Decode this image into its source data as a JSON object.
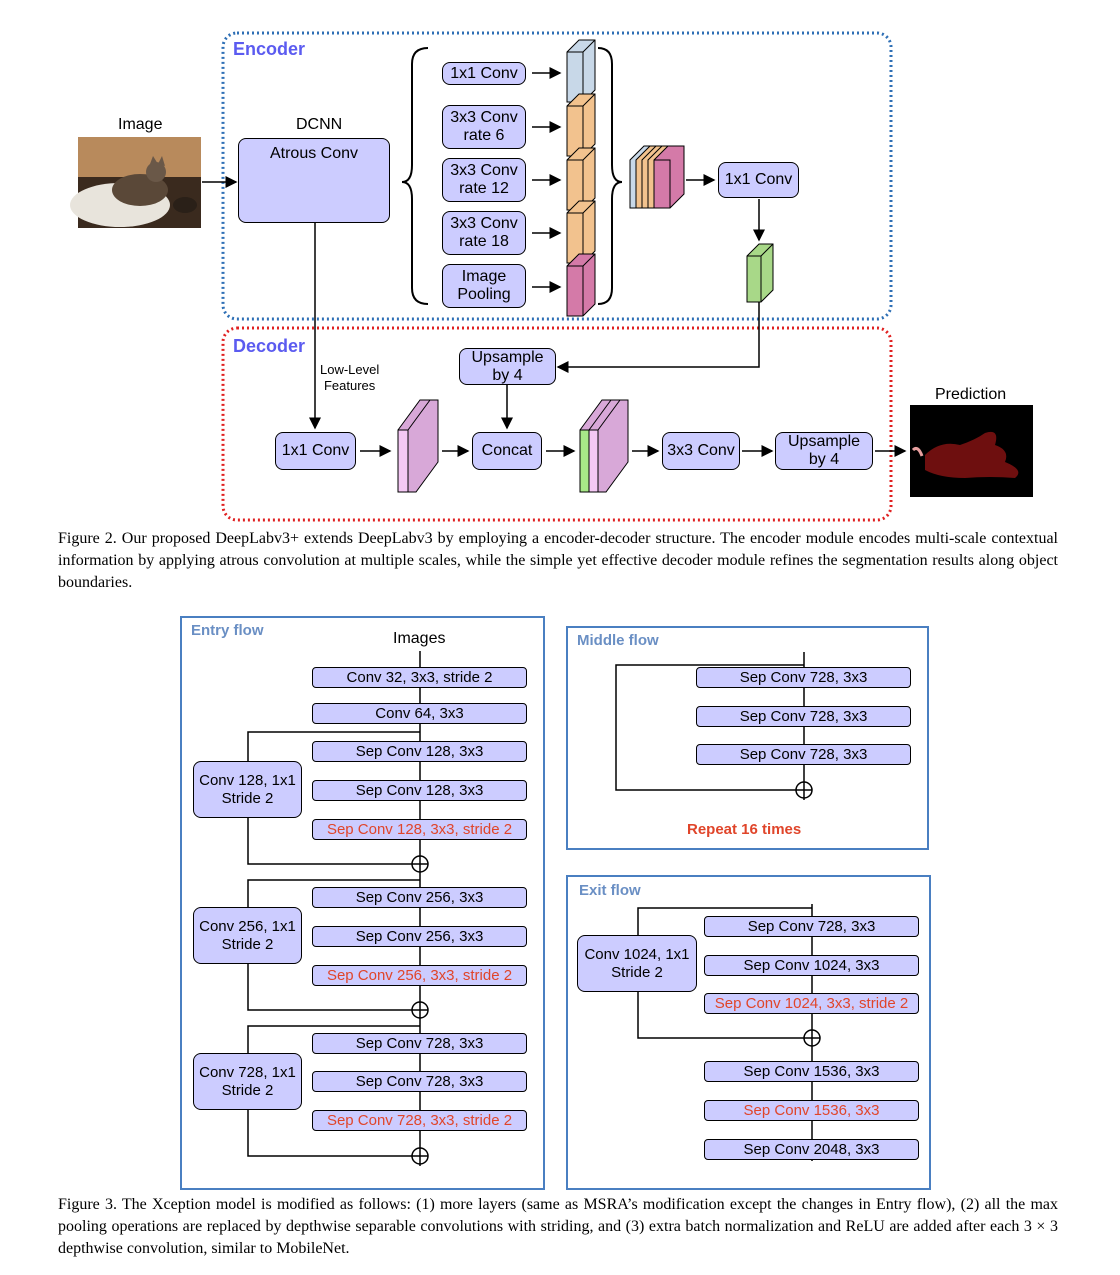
{
  "figure2": {
    "encoder_title": "Encoder",
    "decoder_title": "Decoder",
    "image_label": "Image",
    "dcnn_label": "DCNN",
    "atrous_conv": "Atrous Conv",
    "branches": [
      "1x1 Conv",
      "3x3 Conv\nrate 6",
      "3x3 Conv\nrate 12",
      "3x3 Conv\nrate 18",
      "Image\nPooling"
    ],
    "encoder_1x1": "1x1 Conv",
    "upsample_a": "Upsample\nby 4",
    "low_level": "Low-Level\nFeatures",
    "decoder_1x1": "1x1 Conv",
    "concat": "Concat",
    "conv3x3": "3x3 Conv",
    "upsample_b": "Upsample\nby 4",
    "prediction": "Prediction",
    "caption": "Figure 2. Our proposed DeepLabv3+ extends DeepLabv3 by employing a encoder-decoder structure. The encoder module encodes multi-scale contextual information by applying atrous convolution at multiple scales, while the simple yet effective decoder module refines the segmentation results along object boundaries.",
    "colors": {
      "encoder_border": "#2e6fb5",
      "decoder_border": "#e02020",
      "box_fill": "#ccccff"
    }
  },
  "figure3": {
    "entry": {
      "title": "Entry  flow",
      "images": "Images",
      "layers": [
        "Conv 32, 3x3, stride 2",
        "Conv 64, 3x3",
        "Sep Conv 128, 3x3",
        "Sep Conv 128, 3x3",
        "Sep Conv 128, 3x3, stride 2",
        "Sep Conv 256, 3x3",
        "Sep Conv 256, 3x3",
        "Sep Conv 256, 3x3, stride 2",
        "Sep Conv 728, 3x3",
        "Sep Conv 728, 3x3",
        "Sep Conv 728, 3x3, stride 2"
      ],
      "shortcuts": [
        "Conv 128, 1x1\nStride 2",
        "Conv 256, 1x1\nStride 2",
        "Conv 728, 1x1\nStride 2"
      ]
    },
    "middle": {
      "title": "Middle  flow",
      "layers": [
        "Sep Conv 728, 3x3",
        "Sep Conv 728, 3x3",
        "Sep Conv 728, 3x3"
      ],
      "repeat": "Repeat 16 times"
    },
    "exit": {
      "title": "Exit  flow",
      "layers": [
        "Sep Conv 728, 3x3",
        "Sep Conv 1024, 3x3",
        "Sep Conv 1024, 3x3, stride 2",
        "Sep Conv 1536, 3x3",
        "Sep Conv 1536, 3x3",
        "Sep Conv 2048, 3x3"
      ],
      "shortcut": "Conv 1024, 1x1\nStride 2"
    },
    "caption": "Figure 3. The Xception model is modified as follows: (1) more layers (same as MSRA’s modification except the changes in Entry flow), (2) all the max pooling operations are replaced by depthwise separable convolutions with striding, and (3) extra batch normalization and ReLU are added after each 3 × 3 depthwise convolution, similar to MobileNet.",
    "colors": {
      "frame": "#4a7fc1",
      "highlight_text": "#e0452a"
    }
  }
}
